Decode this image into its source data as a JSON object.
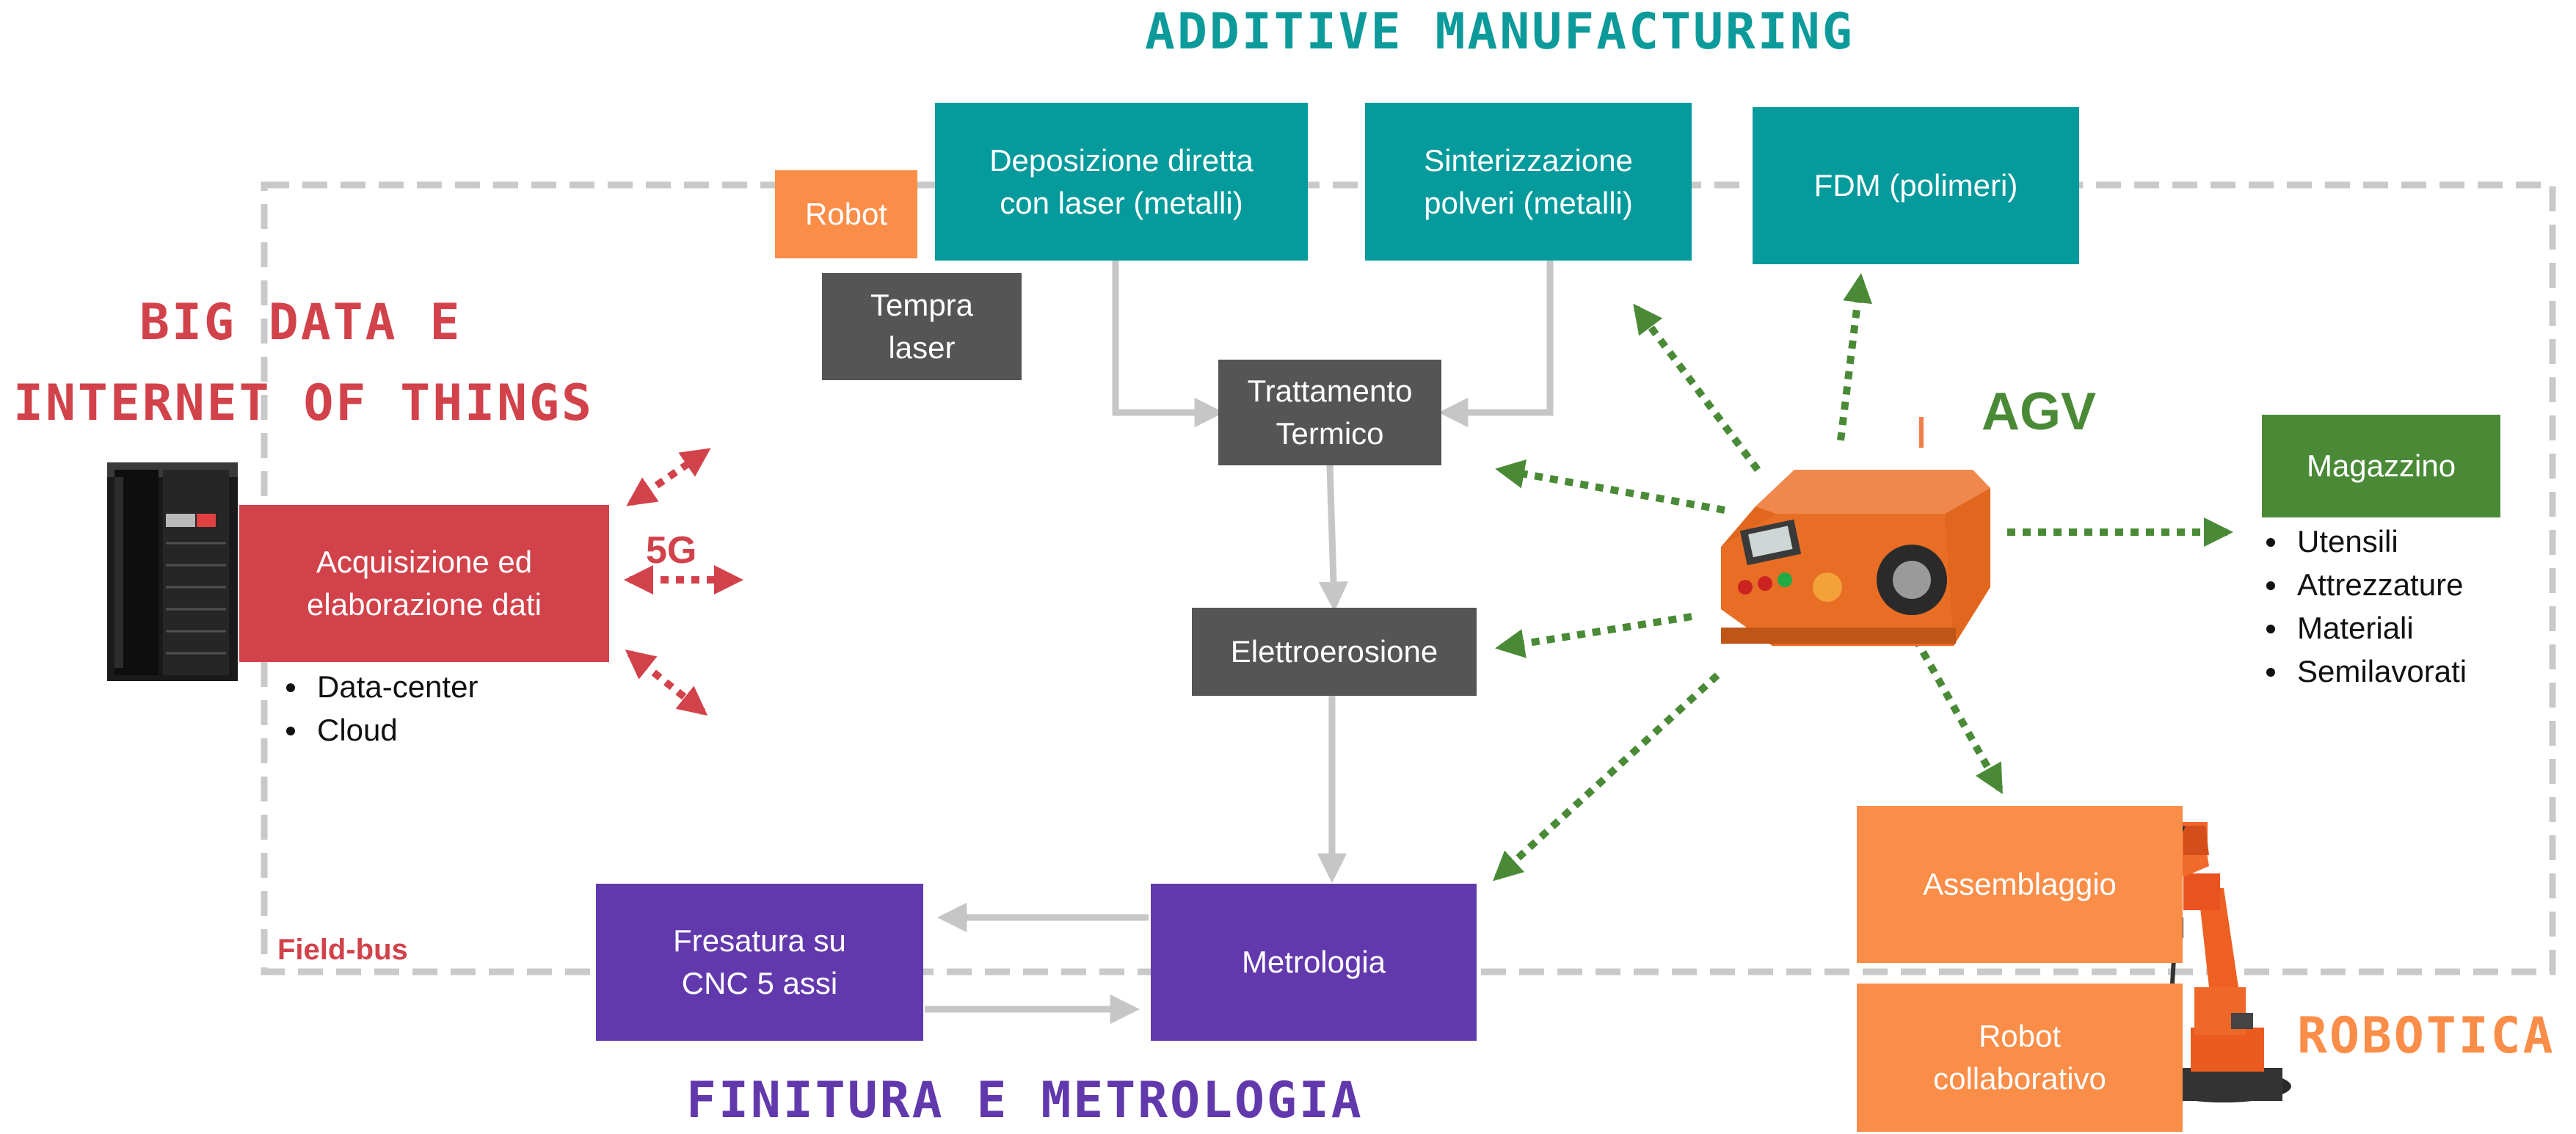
{
  "titles": {
    "additive": "ADDITIVE MANUFACTURING",
    "finitura": "FINITURA E METROLOGIA",
    "bigdata_line1": "BIG DATA E",
    "bigdata_line2": "INTERNET OF THINGS",
    "robotica": "ROBOTICA",
    "agv": "AGV"
  },
  "boxes": {
    "robot": "Robot",
    "deposizione": "Deposizione diretta\ncon laser (metalli)",
    "sinterizzazione": "Sinterizzazione\npolveri (metalli)",
    "fdm": "FDM (polimeri)",
    "tempra": "Tempra\nlaser",
    "trattamento": "Trattamento\nTermico",
    "elettroerosione": "Elettroerosione",
    "metrologia": "Metrologia",
    "fresatura": "Fresatura su\nCNC 5 assi",
    "acquisizione": "Acquisizione ed\nelaborazione dati",
    "magazzino": "Magazzino",
    "assemblaggio": "Assemblaggio",
    "robot_collaborativo": "Robot\ncollaborativo"
  },
  "labels": {
    "fieldbus": "Field-bus",
    "fiveg": "5G"
  },
  "lists": {
    "datacenter": [
      "Data-center",
      "Cloud"
    ],
    "magazzino": [
      "Utensili",
      "Attrezzature",
      "Materiali",
      "Semilavorati"
    ]
  },
  "colors": {
    "teal": "#059a9c",
    "dark_gray": "#555555",
    "orange": "#fa8d48",
    "red": "#d2424a",
    "purple": "#6239ad",
    "green": "#4a8a37",
    "fieldbus_border": "#c9c9c9"
  },
  "icons": {
    "server": "server-rack-icon",
    "agv": "agv-vehicle-icon",
    "robot_arm": "industrial-robot-arm-icon"
  }
}
